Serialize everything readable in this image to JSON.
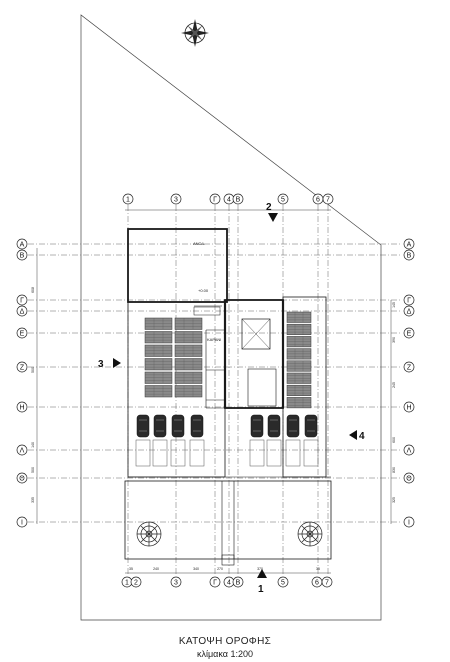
{
  "title": "ΚΑΤΟΨΗ ΟΡΟΦΗΣ",
  "scale": "κλίμακα 1:200",
  "grid_columns_top": [
    "1",
    "3",
    "Γ",
    "4",
    "B",
    "5",
    "6",
    "7"
  ],
  "grid_columns_bottom": [
    "1",
    "2",
    "3",
    "Γ",
    "4",
    "B",
    "5",
    "6",
    "7"
  ],
  "grid_rows": [
    "A",
    "B",
    "Γ",
    "Δ",
    "E",
    "Z",
    "H",
    "Λ",
    "Θ",
    "I"
  ],
  "section_markers": [
    "2",
    "3",
    "4",
    "1"
  ],
  "dims_bottom": [
    "35",
    "240",
    "340",
    "270",
    "370",
    "35"
  ],
  "dims_left": [
    "608",
    "500",
    "140",
    "500",
    "335"
  ],
  "dims_right": [
    "145",
    "390",
    "245",
    "600",
    "830",
    "325"
  ],
  "room_labels": [
    "ΑΝΩΔ.",
    "+0.00",
    "ΚΑΡΑΝΙ"
  ],
  "colors": {
    "line": "#1a1a1a",
    "grid": "#555555",
    "solar": "#7a7a7a",
    "tank": "#2a2a2a"
  },
  "icons": [
    "north-arrow-icon",
    "solar-panel-icon",
    "water-tank-icon",
    "spiral-vent-icon"
  ]
}
